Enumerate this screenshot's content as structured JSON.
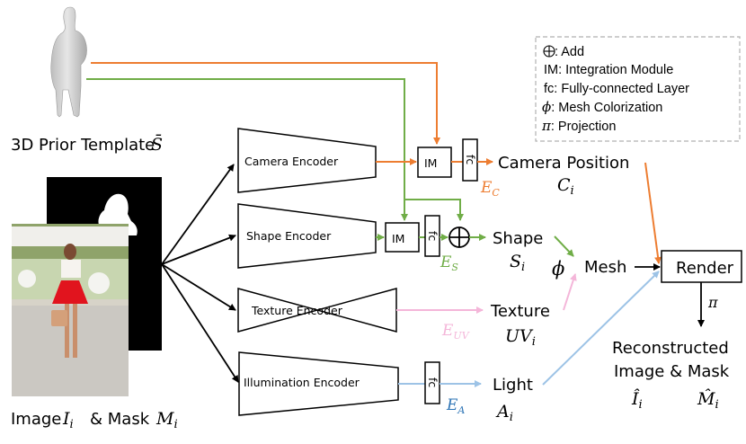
{
  "colors": {
    "camera_path": "#ED7D31",
    "shape_path": "#70AD47",
    "texture_path": "#F4B6D9",
    "light_path": "#9DC3E6",
    "light_label": "#2E75B6"
  },
  "legend": {
    "items": [
      {
        "symbol": "⊕",
        "text": ": Add"
      },
      {
        "symbol": "IM",
        "text": ": Integration Module"
      },
      {
        "symbol": "fc",
        "text": ": Fully-connected Layer"
      },
      {
        "symbol": "ϕ",
        "text": ": Mesh Colorization"
      },
      {
        "symbol": "π",
        "text": ": Projection"
      }
    ]
  },
  "inputs": {
    "template_label": "3D Prior Template",
    "template_symbol": "S̄",
    "image_label": "Image",
    "image_symbol": "I",
    "image_sub": "i",
    "mask_label": "& Mask",
    "mask_symbol": "M",
    "mask_sub": "i"
  },
  "encoders": {
    "camera": "Camera Encoder",
    "shape": "Shape Encoder",
    "texture": "Texture Encoder",
    "illumination": "Illumination Encoder"
  },
  "modules": {
    "im": "IM",
    "fc": "fc",
    "add": "⊕"
  },
  "outputs": {
    "camera_label": "Camera Position",
    "camera_symbol": "C",
    "camera_sub": "i",
    "camera_feature": "E",
    "camera_feature_sub": "C",
    "shape_label": "Shape",
    "shape_symbol": "S",
    "shape_sub": "i",
    "shape_feature": "E",
    "shape_feature_sub": "S",
    "texture_label": "Texture",
    "texture_symbol": "UV",
    "texture_sub": "i",
    "texture_feature": "E",
    "texture_feature_sub": "UV",
    "light_label": "Light",
    "light_symbol": "A",
    "light_sub": "i",
    "light_feature": "E",
    "light_feature_sub": "A"
  },
  "mesh": {
    "label": "Mesh",
    "colorization_symbol": "ϕ"
  },
  "render": {
    "label": "Render",
    "projection_symbol": "π"
  },
  "reconstruction": {
    "line1": "Reconstructed",
    "line2": "Image & Mask",
    "image_symbol": "Î",
    "image_sub": "i",
    "mask_symbol": "M̂",
    "mask_sub": "i"
  }
}
